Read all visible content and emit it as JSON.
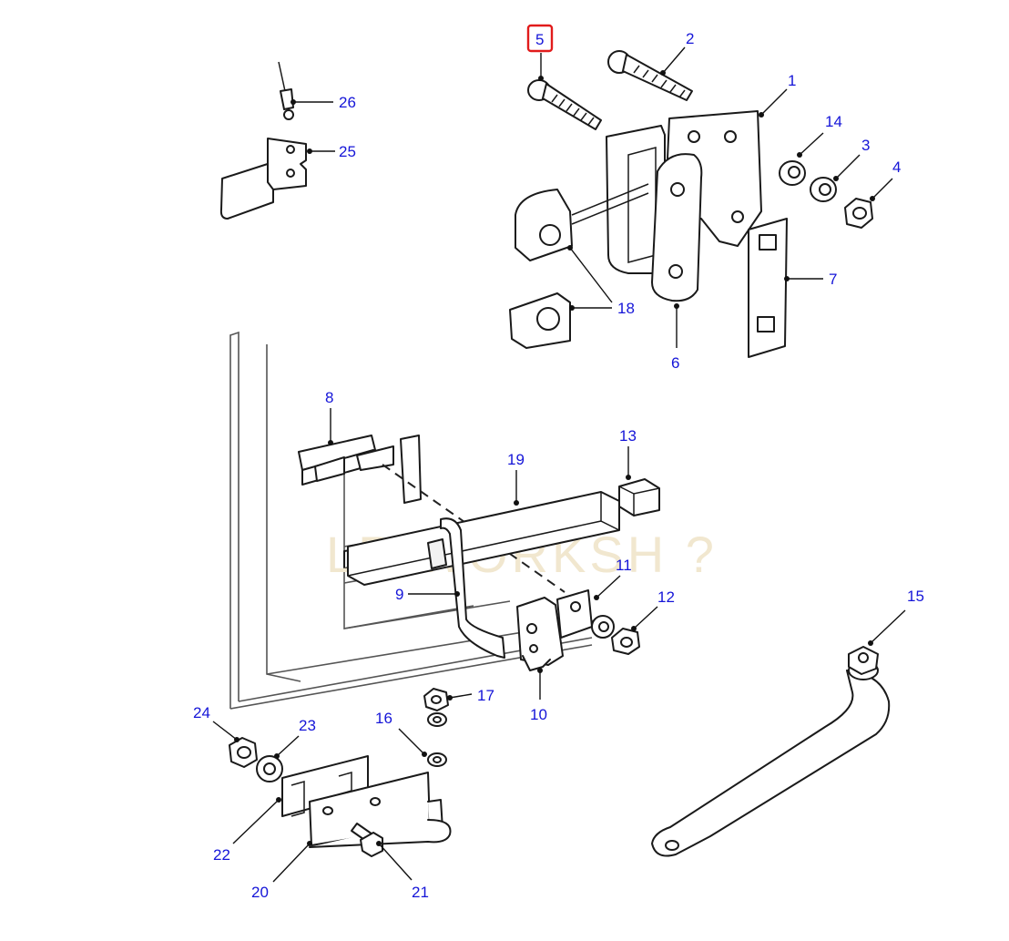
{
  "diagram": {
    "highlight_color": "#e11b1b",
    "label_color": "#1515d8",
    "highlighted_part": "5",
    "callouts": {
      "c1": "1",
      "c2": "2",
      "c3": "3",
      "c4": "4",
      "c5": "5",
      "c6": "6",
      "c7": "7",
      "c8": "8",
      "c9": "9",
      "c10": "10",
      "c11": "11",
      "c12": "12",
      "c13": "13",
      "c14": "14",
      "c15": "15",
      "c16": "16",
      "c17": "17",
      "c18": "18",
      "c19": "19",
      "c20": "20",
      "c21": "21",
      "c22": "22",
      "c23": "23",
      "c24": "24",
      "c25": "25",
      "c26": "26"
    }
  }
}
